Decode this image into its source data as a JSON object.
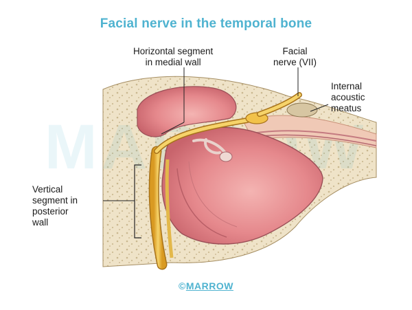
{
  "title": "Facial nerve in the temporal bone",
  "labels": {
    "horizontal_segment": [
      "Horizontal segment",
      "in medial wall"
    ],
    "facial_nerve": [
      "Facial",
      "nerve (VII)"
    ],
    "internal_acoustic_meatus": [
      "Internal",
      "acoustic",
      "meatus"
    ],
    "vertical_segment": [
      "Vertical",
      "segment in",
      "posterior",
      "wall"
    ]
  },
  "watermark": "MARROW",
  "footer": {
    "symbol": "©",
    "brand": "MARROW"
  },
  "colors": {
    "title": "#4fb3d0",
    "nerve": "#f2c24a",
    "bone": "#efe3c8",
    "cavity": "#e58a8e",
    "footer": "#4fb3d0"
  }
}
